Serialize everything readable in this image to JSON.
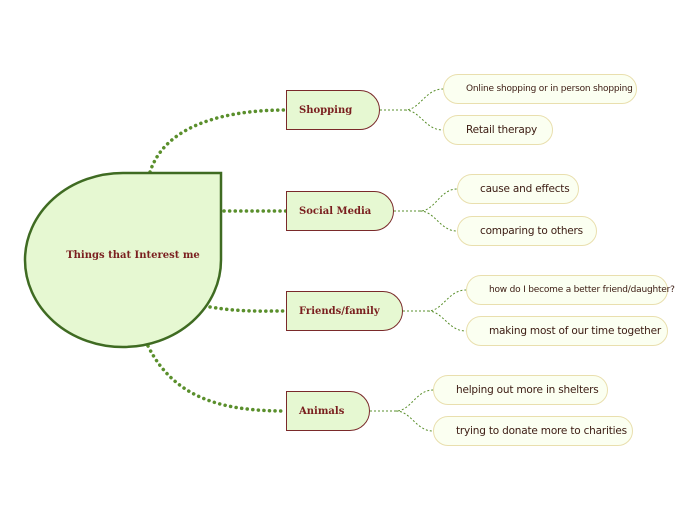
{
  "mindmap": {
    "central": "Things that Interest me",
    "branches": [
      {
        "label": "Shopping",
        "children": [
          "Online shopping or in person shopping",
          "Retail therapy"
        ]
      },
      {
        "label": "Social Media",
        "children": [
          "cause and effects",
          "comparing to others"
        ]
      },
      {
        "label": "Friends/family",
        "children": [
          "how do I become a better friend/daughter?",
          "making most of our time together"
        ]
      },
      {
        "label": "Animals",
        "children": [
          "helping out more in shelters",
          "trying to donate more to charities"
        ]
      }
    ]
  },
  "colors": {
    "central_fill": "#e6f8d2",
    "central_stroke": "#3f6b22",
    "topic_border": "#7a2a2a",
    "connector": "#5a8f2c",
    "leaf_fill": "#fbfff1",
    "leaf_border": "#e9dfae",
    "label_text": "#7a1f1f"
  }
}
